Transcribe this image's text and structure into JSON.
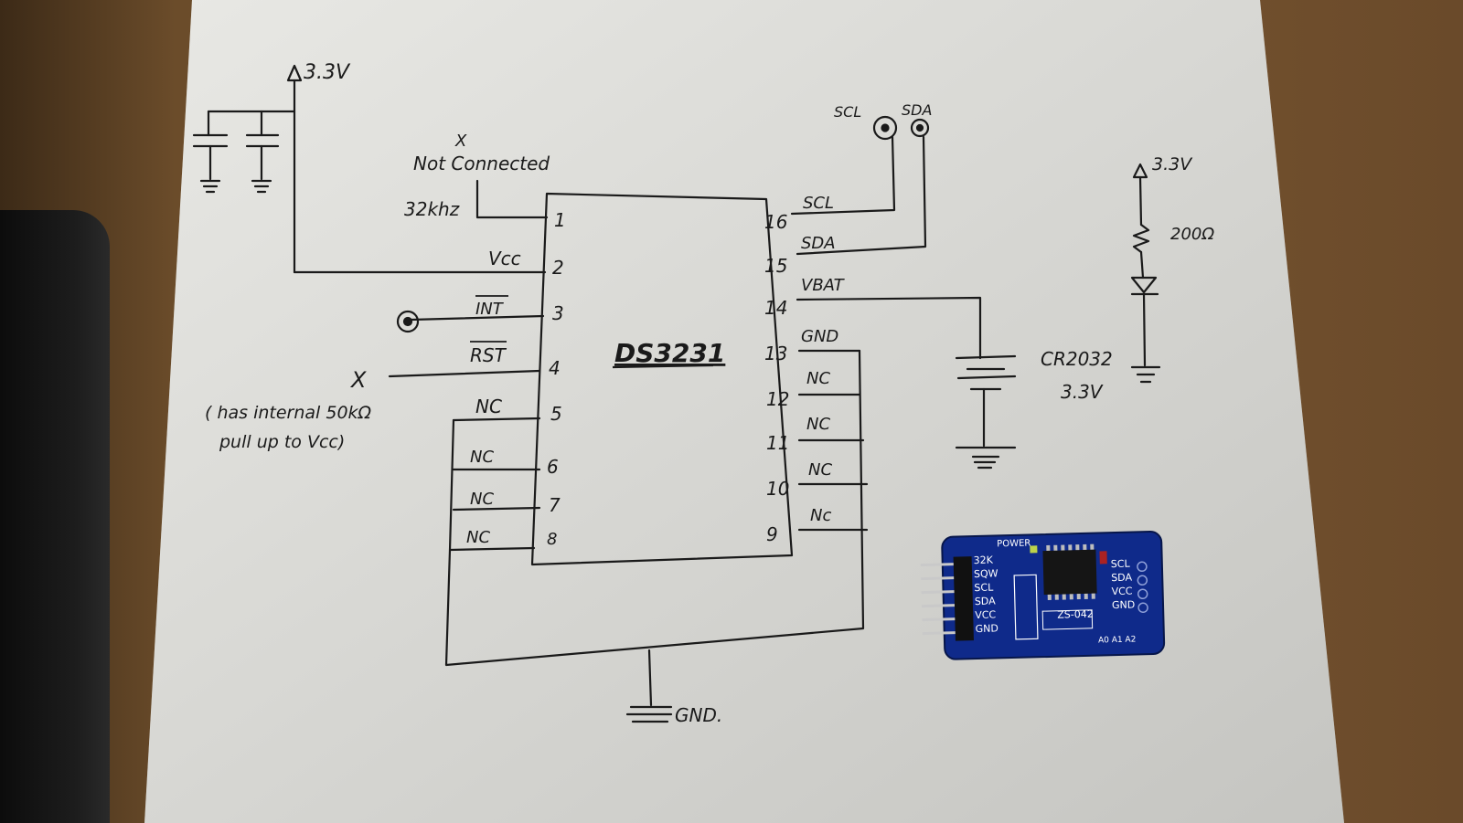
{
  "supply": {
    "label": "3.3V"
  },
  "unconnected": {
    "mark": "X",
    "label": "Not Connected"
  },
  "freq_label": "32khz",
  "chip": {
    "name": "DS3231"
  },
  "pins_left": [
    {
      "num": "1",
      "name": ""
    },
    {
      "num": "2",
      "name": "Vcc"
    },
    {
      "num": "3",
      "name": "INT"
    },
    {
      "num": "4",
      "name": "RST"
    },
    {
      "num": "5",
      "name": "NC"
    },
    {
      "num": "6",
      "name": "NC"
    },
    {
      "num": "7",
      "name": "NC"
    },
    {
      "num": "8",
      "name": "NC"
    }
  ],
  "pins_right": [
    {
      "num": "16",
      "name": "SCL"
    },
    {
      "num": "15",
      "name": "SDA"
    },
    {
      "num": "14",
      "name": "VBAT"
    },
    {
      "num": "13",
      "name": "GND"
    },
    {
      "num": "12",
      "name": "NC"
    },
    {
      "num": "11",
      "name": "NC"
    },
    {
      "num": "10",
      "name": "NC"
    },
    {
      "num": "9",
      "name": "Nc"
    }
  ],
  "rst_note": {
    "mark": "X",
    "line1": "( has internal 50kΩ",
    "line2": "pull up to Vcc)"
  },
  "bus": {
    "scl": "SCL",
    "sda": "SDA"
  },
  "battery": {
    "line1": "CR2032",
    "line2": "3.3V"
  },
  "led_circuit": {
    "supply": "3.3V",
    "resistor": "200Ω"
  },
  "gnd_label": "GND.",
  "module": {
    "power": "POWER",
    "name": "ZS-042",
    "left_pins": [
      "32K",
      "SQW",
      "SCL",
      "SDA",
      "VCC",
      "GND"
    ],
    "right_pins": [
      "SCL",
      "SDA",
      "VCC",
      "GND"
    ],
    "addr": "A0 A1 A2"
  }
}
